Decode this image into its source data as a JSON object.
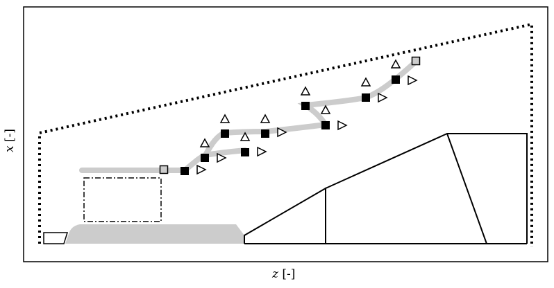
{
  "axes": {
    "x_label_var": "z",
    "x_label_unit": "[-]",
    "y_label_var": "x",
    "y_label_unit": "[-]"
  },
  "colors": {
    "frame": "#000000",
    "track": "#cccccc",
    "filled_marker": "#000000",
    "open_marker_fill": "#cccccc",
    "hopper": "#cccccc"
  },
  "legend_symbols": [
    "filled-square",
    "open-square",
    "open-triangle-up",
    "open-triangle-right"
  ]
}
